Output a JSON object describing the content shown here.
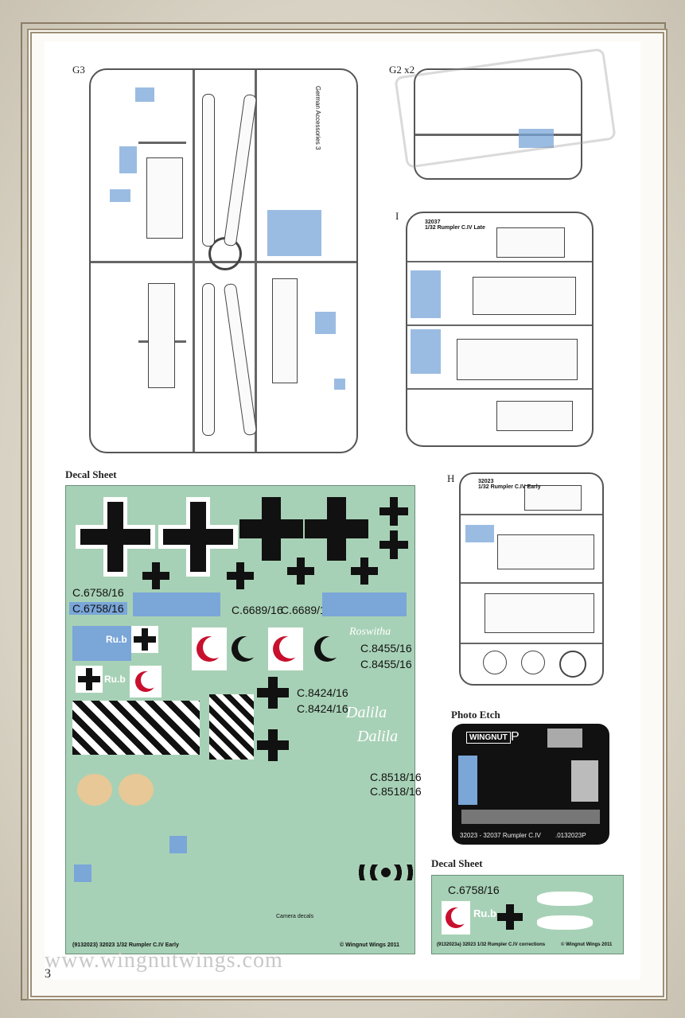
{
  "labels": {
    "g3": "G3",
    "g2": "G2 x2",
    "i": "I",
    "h": "H",
    "decal_sheet_main": "Decal Sheet",
    "photo_etch": "Photo Etch",
    "decal_sheet_small": "Decal Sheet"
  },
  "sprue_text": {
    "i_header": "32037\n1/32 Rumpler C.IV Late",
    "h_header": "32023\n1/32 Rumpler C.IV Early",
    "g3_title": "German Accessories 3",
    "pe_logo": "WINGNUT",
    "pe_letter": "P",
    "pe_footer": "32023 - 32037  Rumpler C.IV",
    "pe_code": ".0132023P"
  },
  "decal_main": {
    "serials": [
      "C.6758/16",
      "C.6758/16",
      "C.6689/16",
      "C.6689/16",
      "C.8455/16",
      "C.8455/16",
      "C.8424/16",
      "C.8424/16",
      "C.8518/16",
      "C.8518/16"
    ],
    "names": [
      "Roswitha",
      "Dalila",
      "Dalila"
    ],
    "rub": [
      "Ru.b",
      "Ru.b"
    ],
    "footer_left": "(9132023)  32023   1/32   Rumpler C.IV Early",
    "footer_right": "© Wingnut Wings 2011",
    "camera": "Camera decals"
  },
  "decal_small": {
    "serial": "C.6758/16",
    "rub": "Ru.b",
    "footer_left": "(9132023a)  32023   1/32   Rumpler C.IV corrections",
    "footer_right": "© Wingnut Wings 2011"
  },
  "watermark": "www.wingnutwings.com",
  "page_number": "3",
  "colors": {
    "decal_green": "#a7d1b6",
    "cross_black": "#111111",
    "crescent_red": "#c8102e",
    "part_blue": "#7aa6d8"
  }
}
